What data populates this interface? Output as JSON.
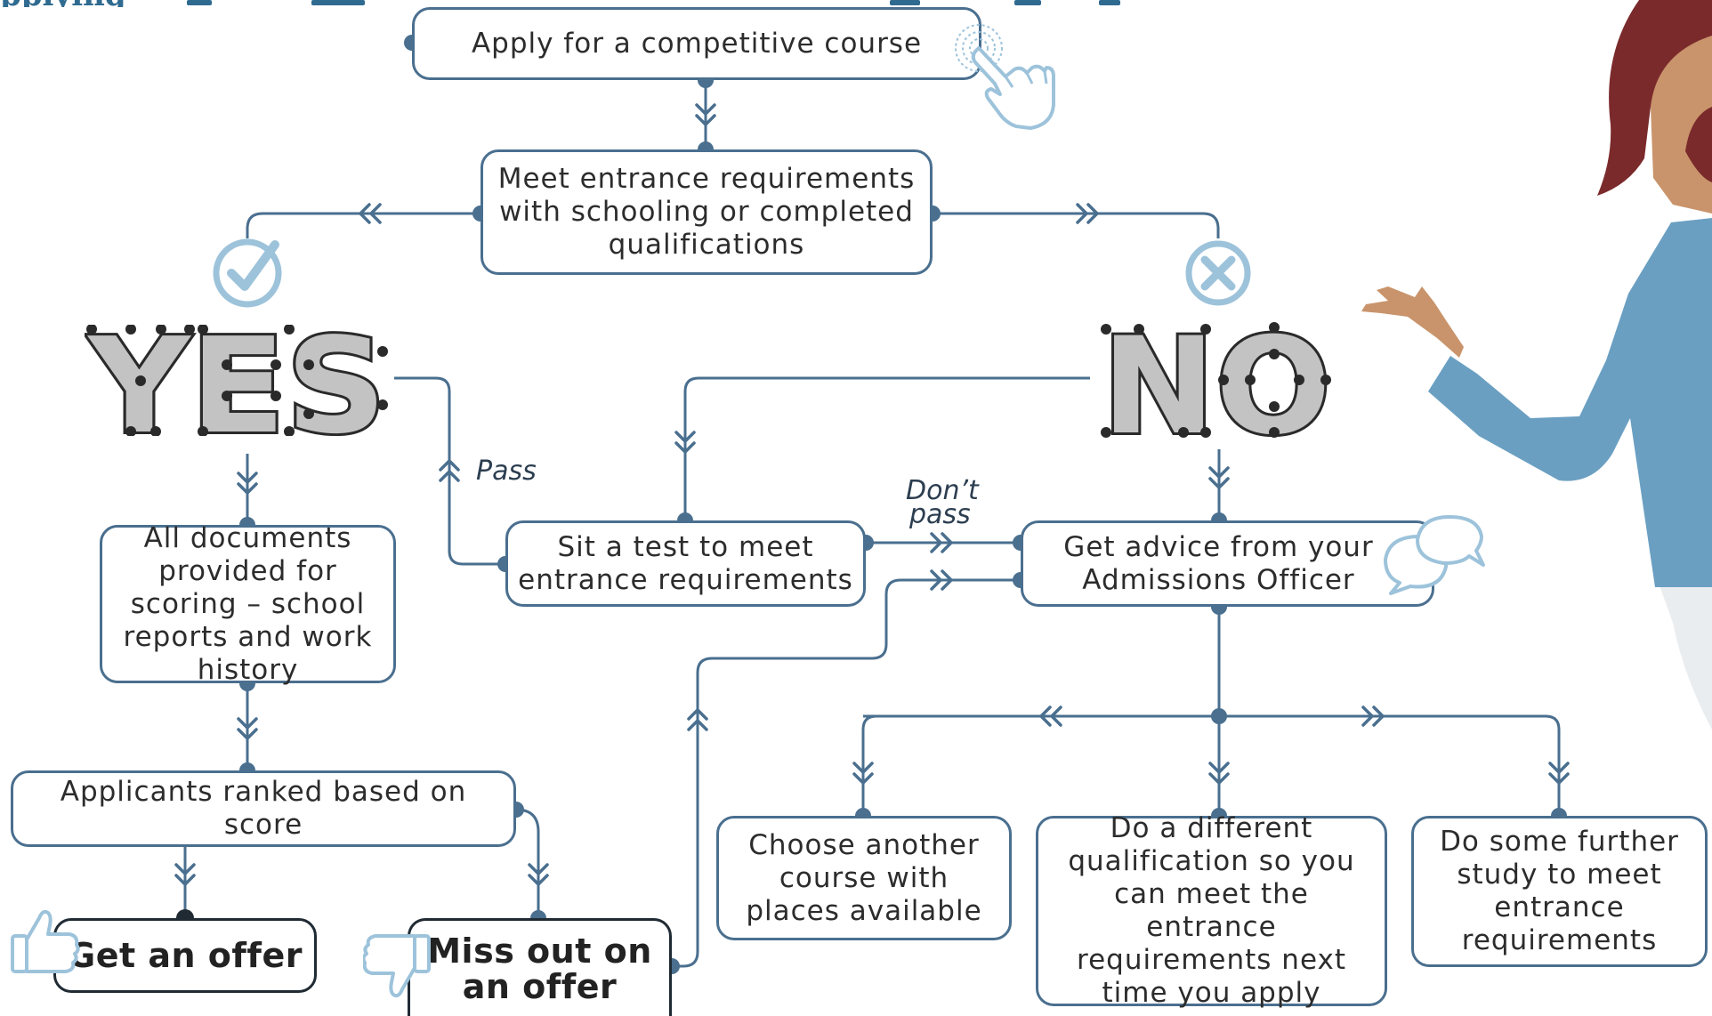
{
  "nodes": {
    "apply": "Apply for a competitive course",
    "meet": "Meet entrance requirements with schooling or completed qualifications",
    "documents": "All documents provided for scoring – school reports and work history",
    "ranked": "Applicants ranked based on score",
    "offer": "Get an offer",
    "miss": "Miss out on an offer",
    "test": "Sit a test to meet entrance requirements",
    "advice": "Get advice from your Admissions Officer",
    "choose": "Choose another course with places available",
    "different": "Do a different qualification so you can meet the entrance requirements next time you apply",
    "further": "Do some further study to meet entrance requirements"
  },
  "branches": {
    "yes": "YES",
    "no": "NO"
  },
  "edge_labels": {
    "pass": "Pass",
    "dont_pass_1": "Don’t",
    "dont_pass_2": "pass"
  },
  "header_fragment": "pplying",
  "icons": [
    "tap-hand-icon",
    "check-icon",
    "cross-icon",
    "speech-bubbles-icon",
    "thumbs-up-icon",
    "thumbs-down-icon",
    "presenter-figure-illustration"
  ],
  "colors": {
    "line": "#4a6f8f",
    "icon": "#9dc3db",
    "title": "#2f6a90",
    "skin": "#c9946b",
    "hair": "#7b2a2c",
    "sweater": "#6a9fc2"
  }
}
